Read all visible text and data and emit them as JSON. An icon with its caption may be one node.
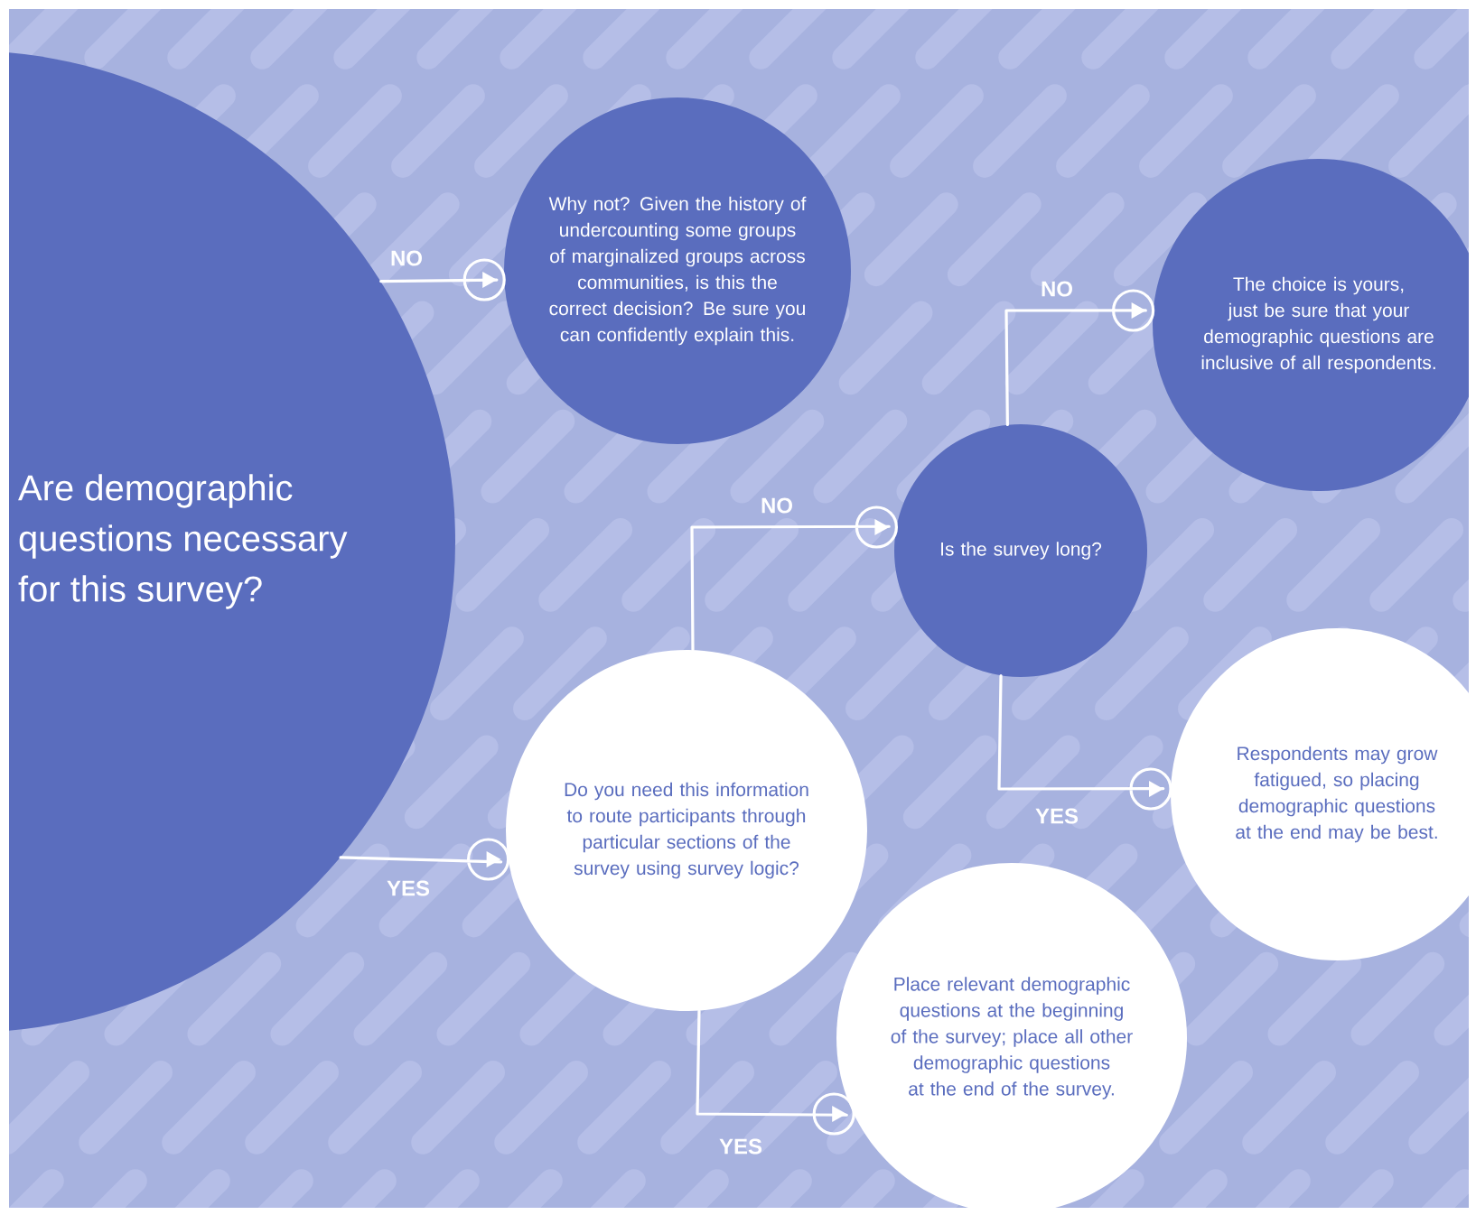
{
  "diagram": {
    "nodes": [
      {
        "text": [
          "Are demographic questions necessary for this survey?"
        ]
      },
      {
        "text": [
          "Why not? Given the history of undercounting some groups of marginalized groups across communities, is this the correct decision? Be sure you can confidently explain this."
        ]
      },
      {
        "text": [
          "Is the survey long?"
        ]
      },
      {
        "text": [
          "The choice is yours, just be sure that your demographic questions are inclusive of all respondents."
        ]
      },
      {
        "text": [
          "Do you need this information to route participants through particular sections of the survey using survey logic?"
        ]
      },
      {
        "text": [
          "Respondents may grow fatigued, so placing demographic questions at the end may be best."
        ]
      },
      {
        "text": [
          "Place relevant demographic questions at the beginning of the survey; place all other demographic questions at the end of the survey."
        ]
      }
    ],
    "edges": [
      {
        "from": 0,
        "to": 1,
        "arrow": "to",
        "label": "NO"
      },
      {
        "from": 0,
        "to": 4,
        "arrow": "to",
        "label": "YES"
      },
      {
        "from": 4,
        "to": 2,
        "arrow": "to",
        "label": "NO"
      },
      {
        "from": 2,
        "to": 3,
        "arrow": "to",
        "label": "NO"
      },
      {
        "from": 2,
        "to": 5,
        "arrow": "to",
        "label": "YES"
      },
      {
        "from": 4,
        "to": 6,
        "arrow": "to",
        "label": "YES"
      }
    ]
  }
}
